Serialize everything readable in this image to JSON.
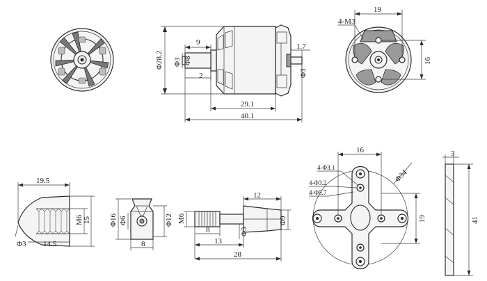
{
  "motor_views": {
    "side_view": {
      "body_diameter": "Φ28.2",
      "shaft_step_length": "9",
      "shaft_step_diameter": "Φ8",
      "shaft_diameter": "Φ3",
      "step_offset": "2",
      "rear_offset": "1.7",
      "rear_shaft_diameter": "Φ3",
      "body_length": "29.1",
      "overall_length": "40.1"
    },
    "rear_view": {
      "mount_holes": "4-M3",
      "hole_spacing_horizontal": "19",
      "hole_spacing_vertical": "16"
    }
  },
  "accessories": {
    "prop_cone": {
      "length": "19.5",
      "thread": "M6",
      "diameter": "15",
      "bore": "Φ3",
      "thread_length": "14.5"
    },
    "prop_adapter": {
      "outer_diameter": "Φ16",
      "inner_diameter": "Φ6",
      "flange_diameter": "Φ12",
      "height": "8"
    },
    "prop_shaft": {
      "thread": "M6",
      "shaft_diameter": "Φ3",
      "collet_diameter": "Φ9",
      "collet_length": "12",
      "thread_length": "8",
      "body_length": "13",
      "overall_length": "28"
    },
    "cross_mount": {
      "width": "16",
      "hole_a": "4-Φ3.1",
      "hole_b": "4-Φ3.2",
      "hole_c": "4-Φ5.7",
      "outer_diameter": "Φ34",
      "height": "19"
    },
    "mount_side": {
      "thickness": "3",
      "length": "41"
    }
  }
}
